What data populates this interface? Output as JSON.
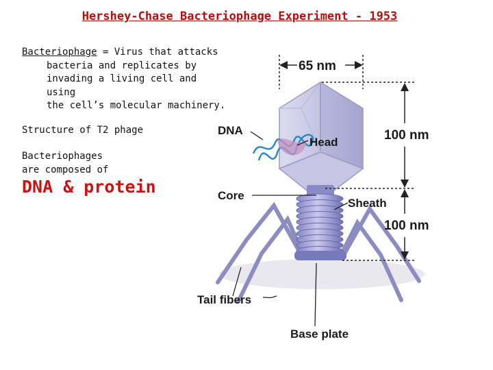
{
  "title": "Hershey-Chase Bacteriophage Experiment - 1953",
  "definition": {
    "term": "Bacteriophage",
    "line1_rest": " = Virus that attacks",
    "line2": "bacteria and replicates by",
    "line3": "invading a living cell and using",
    "line4": "the cell’s molecular machinery."
  },
  "structure_heading": "Structure of T2 phage",
  "composed": {
    "line1": "Bacteriophages",
    "line2": "are composed of"
  },
  "highlight": "DNA & protein",
  "diagram": {
    "width_label": "65 nm",
    "head_height_label": "100 nm",
    "tail_height_label": "100 nm",
    "dna_label": "DNA",
    "head_label": "Head",
    "core_label": "Core",
    "sheath_label": "Sheath",
    "tail_fibers_label": "Tail fibers",
    "base_plate_label": "Base plate"
  }
}
